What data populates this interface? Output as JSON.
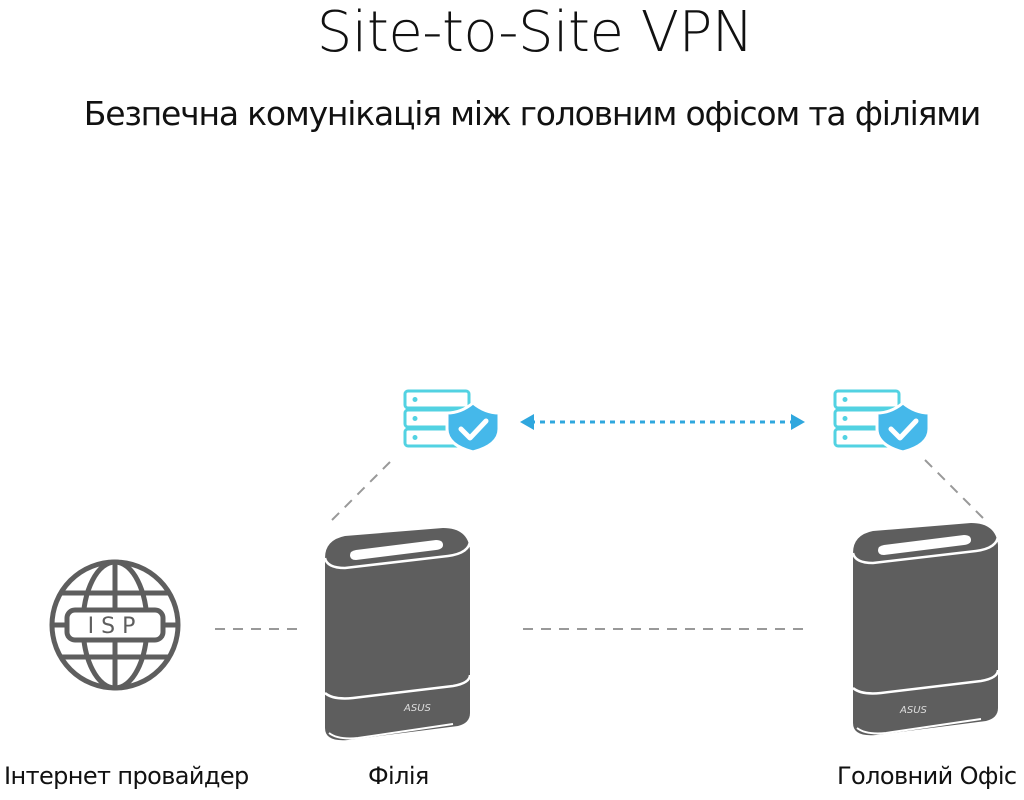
{
  "title": "Site-to-Site VPN",
  "subtitle": "Безпечна комунікація між головним офісом та філіями",
  "nodes": {
    "isp": {
      "label": "Інтернет провайдер",
      "icon_text": "ISP"
    },
    "branch": {
      "label": "Філія",
      "brand": "ASUS"
    },
    "headquarters": {
      "label": "Головний Офіс",
      "brand": "ASUS"
    }
  },
  "colors": {
    "accent": "#3cc4e8",
    "shield": "#45b8ea",
    "device": "#5e5e5e",
    "line": "#999999"
  }
}
